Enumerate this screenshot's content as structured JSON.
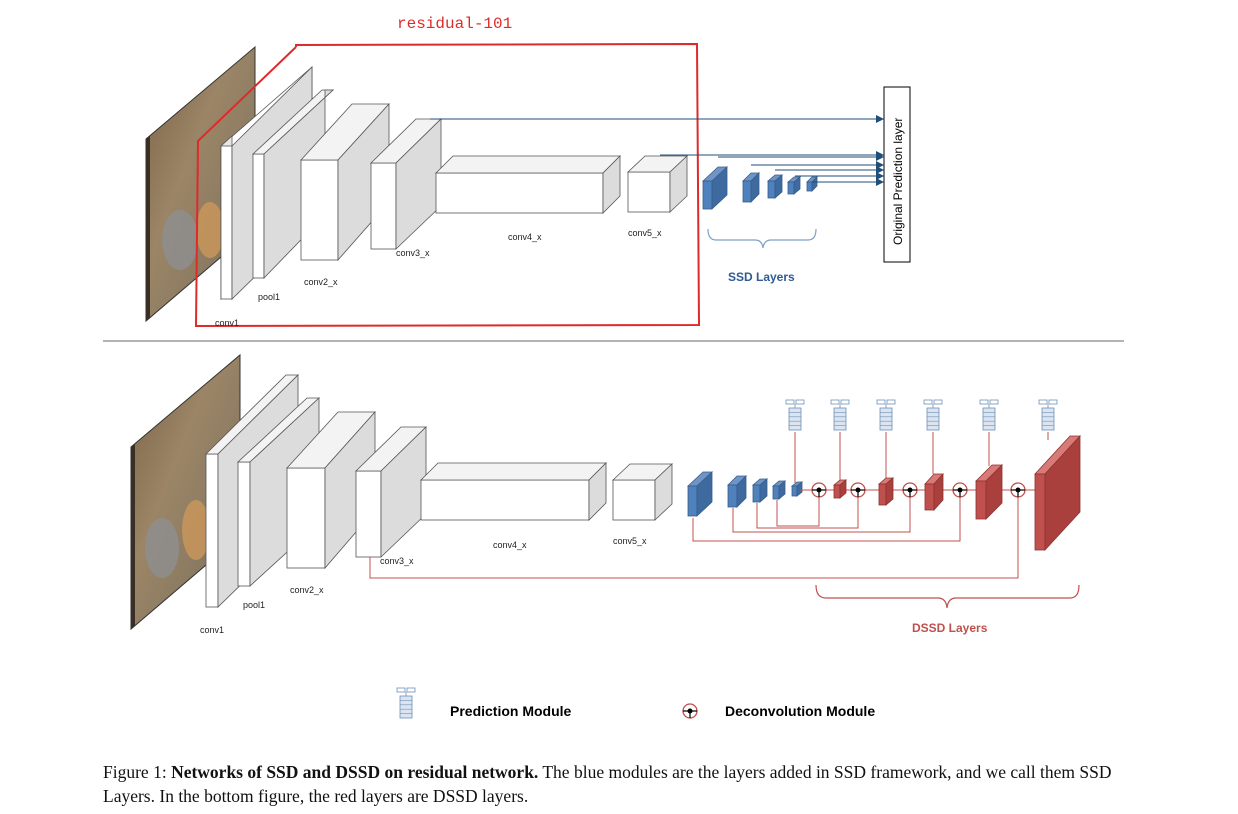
{
  "top": {
    "residual_label": "residual-101",
    "labels": {
      "conv1": "conv1",
      "pool1": "pool1",
      "conv2": "conv2_x",
      "conv3": "conv3_x",
      "conv4": "conv4_x",
      "conv5": "conv5_x"
    },
    "ssd_layers": "SSD Layers",
    "prediction_layer": "Original Prediction layer"
  },
  "bottom": {
    "labels": {
      "conv1": "conv1",
      "pool1": "pool1",
      "conv2": "conv2_x",
      "conv3": "conv3_x",
      "conv4": "conv4_x",
      "conv5": "conv5_x"
    },
    "dssd_layers": "DSSD Layers"
  },
  "legend": {
    "prediction_module": "Prediction Module",
    "deconvolution_module": "Deconvolution  Module"
  },
  "caption": {
    "prefix": "Figure 1: ",
    "bold": "Networks of SSD and DSSD on residual network.",
    "rest": " The blue modules are the layers added in SSD framework, and we call them SSD Layers. In the bottom figure, the red layers are DSSD layers."
  },
  "colors": {
    "blue": "#4f81bd",
    "blue_dark": "#385d8a",
    "red": "#c0504d",
    "red_dark": "#8c3330",
    "box_red": "#e02a2a",
    "arrow_blue": "#1f4e79",
    "bracket_blue": "#7f9fc8",
    "bracket_red": "#c0504d"
  }
}
